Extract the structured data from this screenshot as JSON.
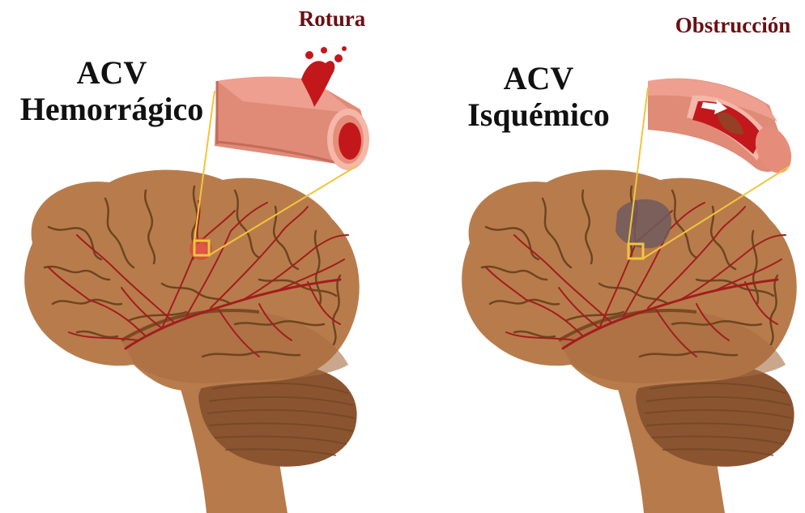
{
  "left_panel": {
    "title_line1": "ACV",
    "title_line2": "Hemorrágico",
    "vessel_label": "Rotura"
  },
  "right_panel": {
    "title_line1": "ACV",
    "title_line2": "Isquémico",
    "vessel_label": "Obstrucción"
  },
  "colors": {
    "brain": "#b87c4c",
    "brain_shadow": "#8f5a30",
    "sulci": "#6e4520",
    "cerebellum": "#8a5431",
    "stem": "#b77a4a",
    "vessel_red": "#b51c1c",
    "vessel_outer": "#e08a78",
    "callout_yellow": "#f2c53d",
    "label_maroon": "#6b0f12",
    "ischemic_area": "#6e5a5e"
  }
}
